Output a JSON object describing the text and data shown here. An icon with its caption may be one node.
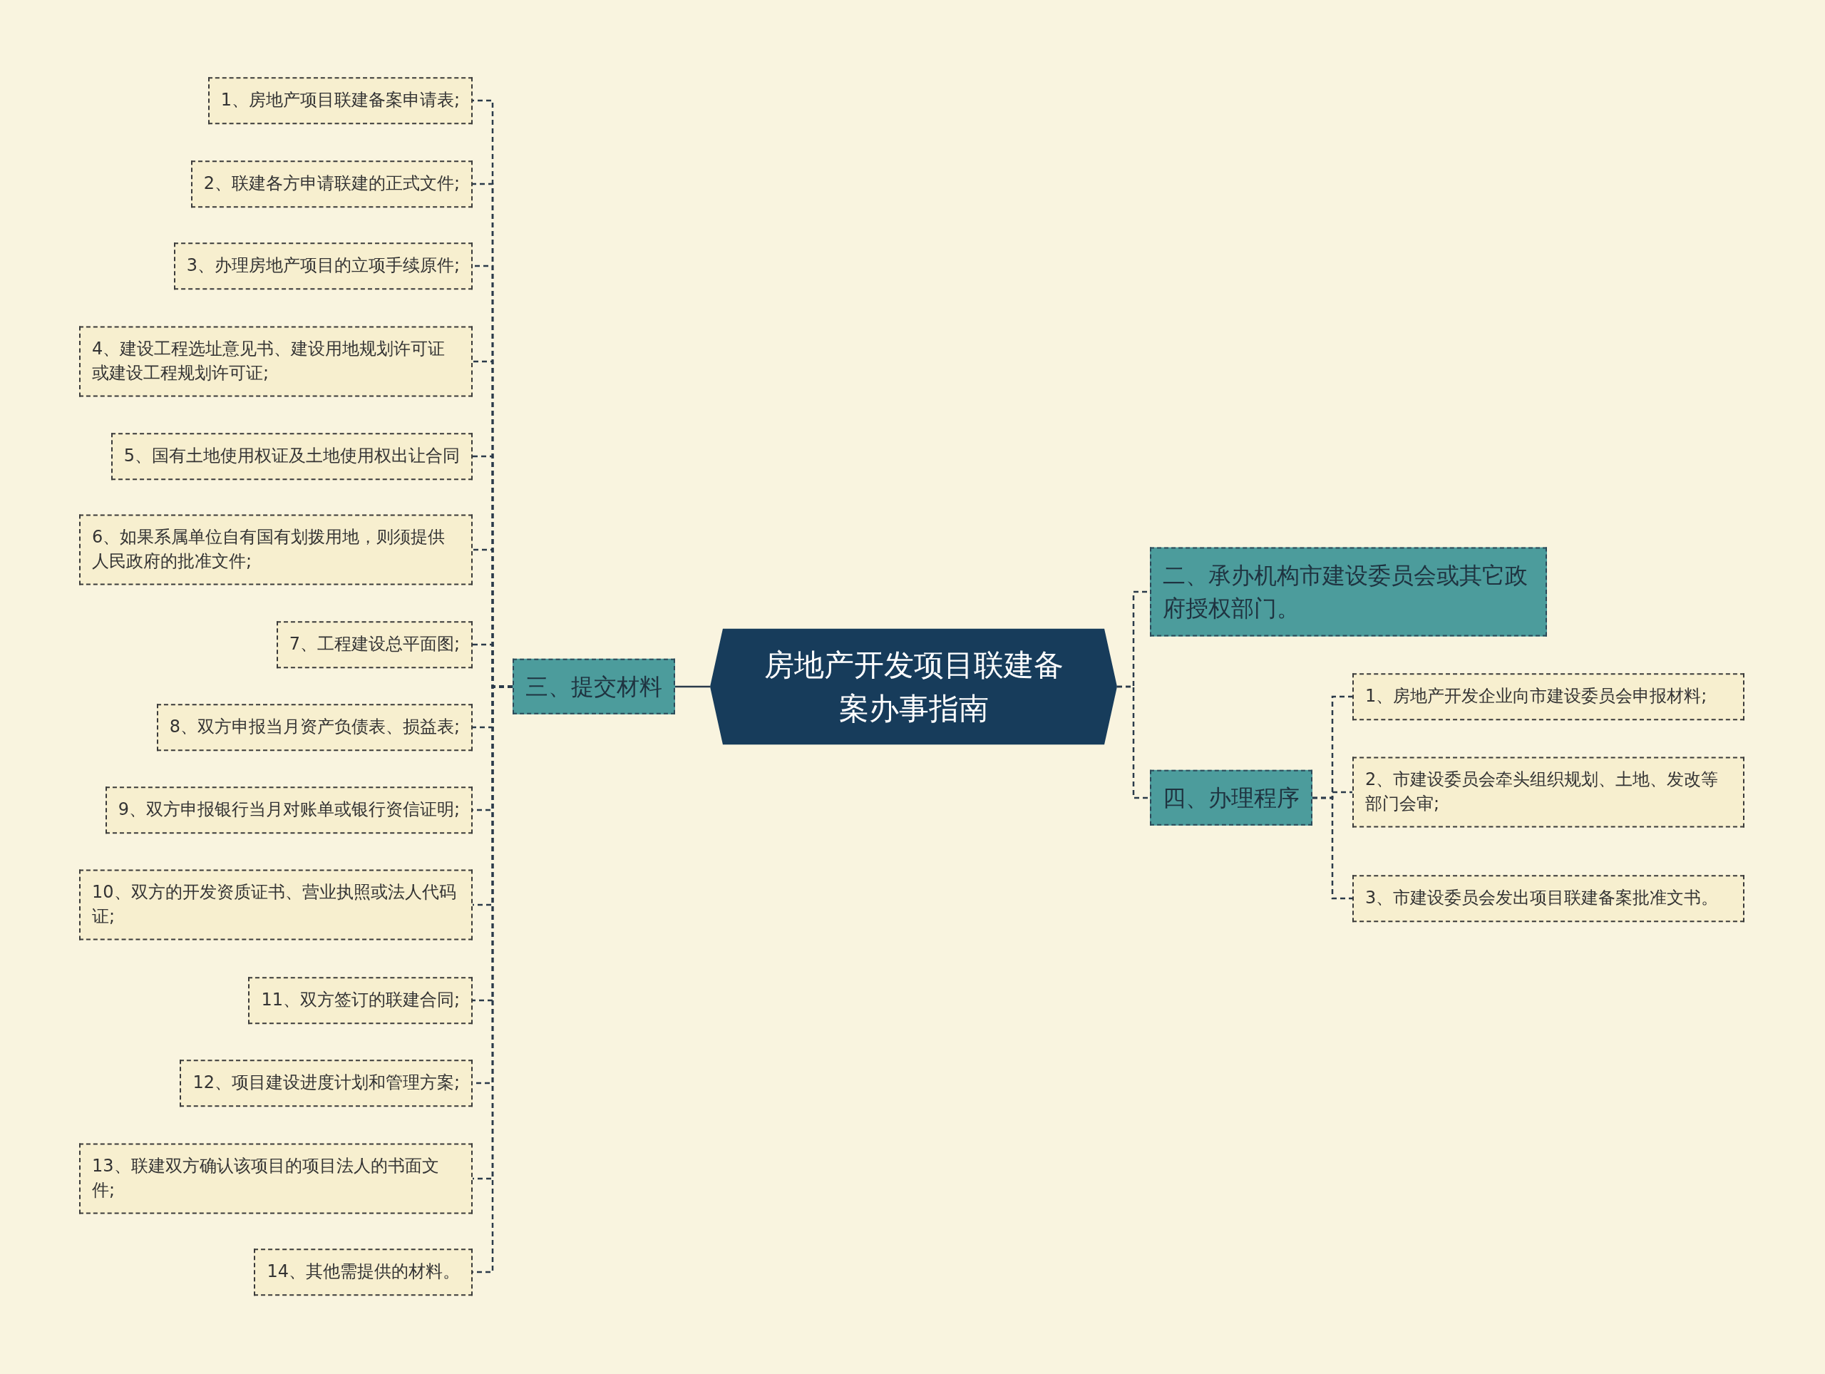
{
  "diagram": {
    "nodes": [
      {
        "text": [
          "房地产开发项目联建备案办事指南"
        ]
      },
      {
        "text": [
          "三、提交材料"
        ]
      },
      {
        "text": [
          "1、房地产项目联建备案申请表;"
        ]
      },
      {
        "text": [
          "2、联建各方申请联建的正式文件;"
        ]
      },
      {
        "text": [
          "3、办理房地产项目的立项手续原件;"
        ]
      },
      {
        "text": [
          "4、建设工程选址意见书、建设用地规划许可证或建设工程规划许可证;"
        ]
      },
      {
        "text": [
          "5、国有土地使用权证及土地使用权出让合同"
        ]
      },
      {
        "text": [
          "6、如果系属单位自有国有划拨用地，则须提供人民政府的批准文件;"
        ]
      },
      {
        "text": [
          "7、工程建设总平面图;"
        ]
      },
      {
        "text": [
          "8、双方申报当月资产负债表、损益表;"
        ]
      },
      {
        "text": [
          "9、双方申报银行当月对账单或银行资信证明;"
        ]
      },
      {
        "text": [
          "10、双方的开发资质证书、营业执照或法人代码证;"
        ]
      },
      {
        "text": [
          "11、双方签订的联建合同;"
        ]
      },
      {
        "text": [
          "12、项目建设进度计划和管理方案;"
        ]
      },
      {
        "text": [
          "13、联建双方确认该项目的项目法人的书面文件;"
        ]
      },
      {
        "text": [
          "14、其他需提供的材料。"
        ]
      },
      {
        "text": [
          "二、承办机构市建设委员会或其它政府授权部门。"
        ]
      },
      {
        "text": [
          "四、办理程序"
        ]
      },
      {
        "text": [
          "1、房地产开发企业向市建设委员会申报材料;"
        ]
      },
      {
        "text": [
          "2、市建设委员会牵头组织规划、土地、发改等部门会审;"
        ]
      },
      {
        "text": [
          "3、市建设委员会发出项目联建备案批准文书。"
        ]
      }
    ],
    "edges": [
      {
        "from": 0,
        "to": 1,
        "arrow": "none"
      },
      {
        "from": 1,
        "to": 2,
        "arrow": "none",
        "style": "dashed"
      },
      {
        "from": 1,
        "to": 3,
        "arrow": "none",
        "style": "dashed"
      },
      {
        "from": 1,
        "to": 4,
        "arrow": "none",
        "style": "dashed"
      },
      {
        "from": 1,
        "to": 5,
        "arrow": "none",
        "style": "dashed"
      },
      {
        "from": 1,
        "to": 6,
        "arrow": "none",
        "style": "dashed"
      },
      {
        "from": 1,
        "to": 7,
        "arrow": "none",
        "style": "dashed"
      },
      {
        "from": 1,
        "to": 8,
        "arrow": "none",
        "style": "dashed"
      },
      {
        "from": 1,
        "to": 9,
        "arrow": "none",
        "style": "dashed"
      },
      {
        "from": 1,
        "to": 10,
        "arrow": "none",
        "style": "dashed"
      },
      {
        "from": 1,
        "to": 11,
        "arrow": "none",
        "style": "dashed"
      },
      {
        "from": 1,
        "to": 12,
        "arrow": "none",
        "style": "dashed"
      },
      {
        "from": 1,
        "to": 13,
        "arrow": "none",
        "style": "dashed"
      },
      {
        "from": 1,
        "to": 14,
        "arrow": "none",
        "style": "dashed"
      },
      {
        "from": 1,
        "to": 15,
        "arrow": "none",
        "style": "dashed"
      },
      {
        "from": 0,
        "to": 16,
        "arrow": "none",
        "style": "dashed"
      },
      {
        "from": 0,
        "to": 17,
        "arrow": "none",
        "style": "dashed"
      },
      {
        "from": 17,
        "to": 18,
        "arrow": "none",
        "style": "dashed"
      },
      {
        "from": 17,
        "to": 19,
        "arrow": "none",
        "style": "dashed"
      },
      {
        "from": 17,
        "to": 20,
        "arrow": "none",
        "style": "dashed"
      }
    ]
  }
}
